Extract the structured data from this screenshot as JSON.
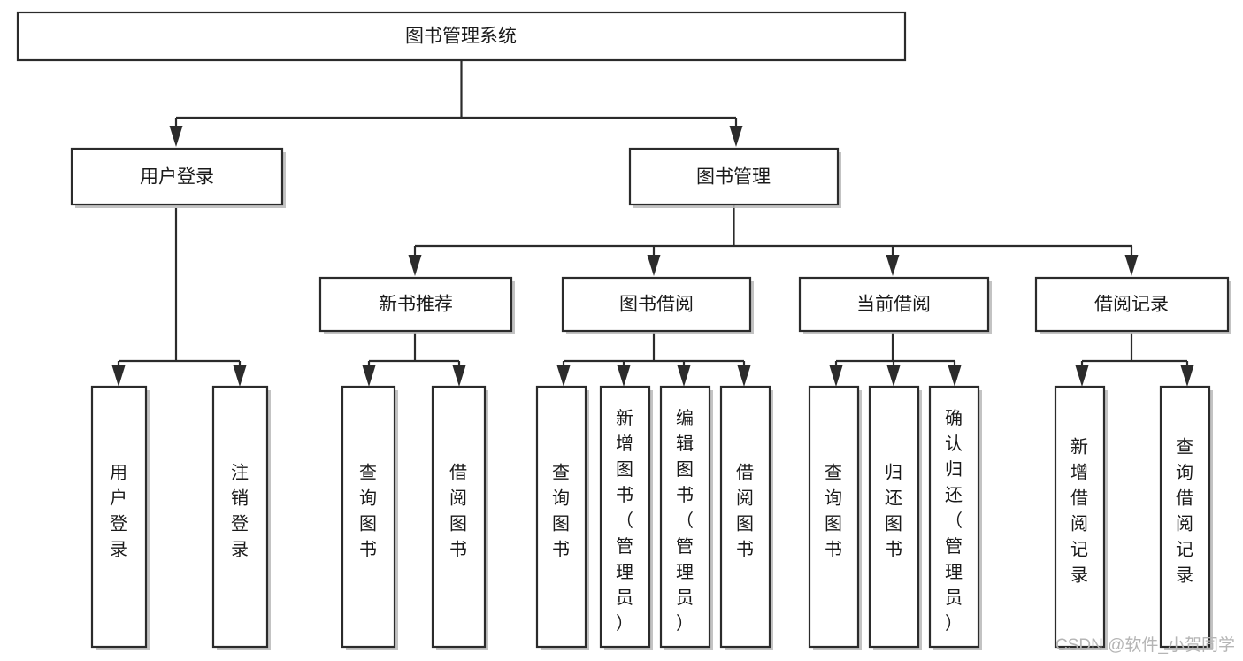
{
  "diagram": {
    "title": "图书管理系统",
    "type": "functional-structure-tree",
    "orientation": "top-down",
    "colors": {
      "box_fill": "#ffffff",
      "box_stroke": "#2b2b2b",
      "box_shadow": "#b8b8b8",
      "connector": "#2b2b2b",
      "text": "#1a1a1a",
      "watermark": "#b5b5b5",
      "background": "#ffffff"
    },
    "root": {
      "label": "图书管理系统"
    },
    "level2": [
      {
        "label": "用户登录"
      },
      {
        "label": "图书管理"
      }
    ],
    "level3": [
      {
        "label": "新书推荐",
        "parent": "图书管理"
      },
      {
        "label": "图书借阅",
        "parent": "图书管理"
      },
      {
        "label": "当前借阅",
        "parent": "图书管理"
      },
      {
        "label": "借阅记录",
        "parent": "图书管理"
      }
    ],
    "leaves": {
      "user_login": [
        {
          "label": "用户登录"
        },
        {
          "label": "注销登录"
        }
      ],
      "new_book_recommend": [
        {
          "label": "查询图书"
        },
        {
          "label": "借阅图书"
        }
      ],
      "book_borrow": [
        {
          "label": "查询图书"
        },
        {
          "label": "新增图书（管理员）"
        },
        {
          "label": "编辑图书（管理员）"
        },
        {
          "label": "借阅图书"
        }
      ],
      "current_borrow": [
        {
          "label": "查询图书"
        },
        {
          "label": "归还图书"
        },
        {
          "label": "确认归还（管理员）"
        }
      ],
      "borrow_record": [
        {
          "label": "新增借阅记录"
        },
        {
          "label": "查询借阅记录"
        }
      ]
    }
  },
  "watermark": {
    "text": "CSDN @软件_小贺同学"
  }
}
